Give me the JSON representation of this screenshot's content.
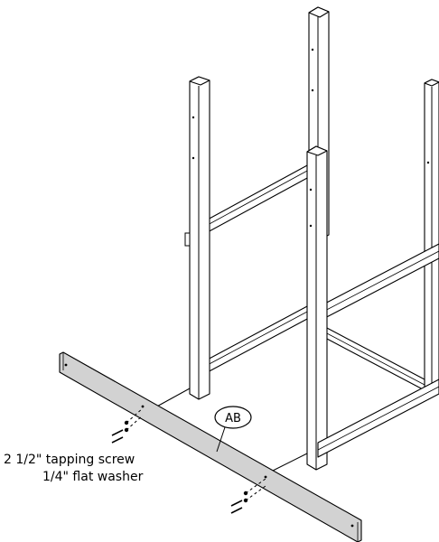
{
  "callouts": {
    "part_id": "AB",
    "hardware_line1": "2  1/2\" tapping screw",
    "hardware_line2": "1/4\" flat washer"
  },
  "colors": {
    "board_fill": "#d2d2d2",
    "line": "#000000"
  }
}
